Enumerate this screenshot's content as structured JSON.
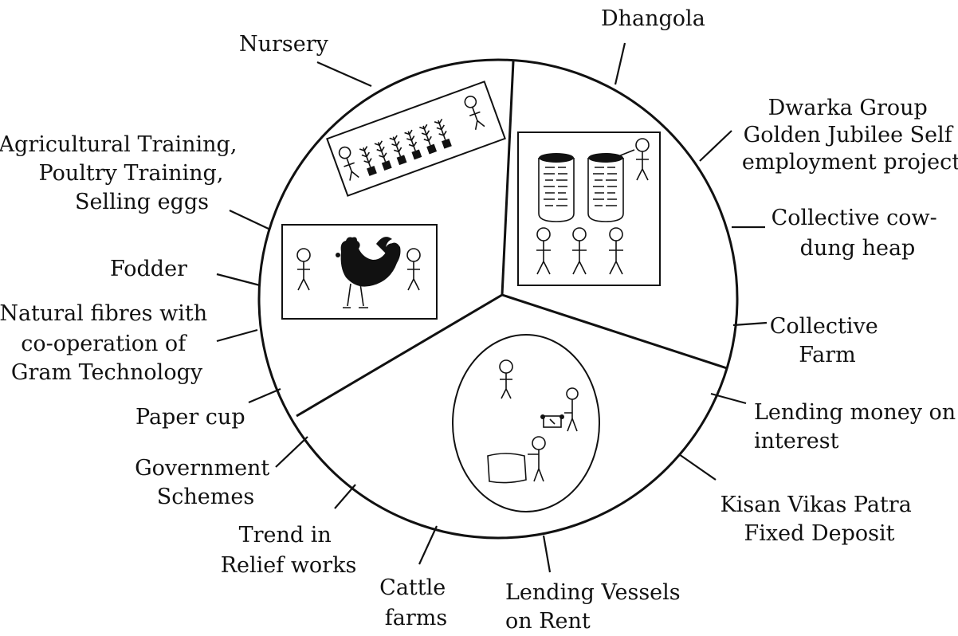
{
  "diagram": {
    "labels": {
      "nursery": "Nursery",
      "dhangola": "Dhangola",
      "dwarka_1": "Dwarka Group",
      "dwarka_2": "Golden Jubilee Self",
      "dwarka_3": "employment project",
      "agri_1": "Agricultural Training,",
      "agri_2": "Poultry Training,",
      "agri_3": "Selling eggs",
      "cowdung_1": "Collective cow-",
      "cowdung_2": "dung heap",
      "fodder": "Fodder",
      "fibres_1": "Natural fibres with",
      "fibres_2": "co-operation of",
      "fibres_3": "Gram Technology",
      "farm_1": "Collective",
      "farm_2": "Farm",
      "papercup": "Paper cup",
      "lending_money_1": "Lending money on",
      "lending_money_2": "interest",
      "govt_1": "Government",
      "govt_2": "Schemes",
      "kisan_1": "Kisan Vikas Patra",
      "kisan_2": "Fixed Deposit",
      "trend_1": "Trend in",
      "trend_2": "Relief works",
      "cattle_1": "Cattle",
      "cattle_2": "farms",
      "vessels_1": "Lending Vessels",
      "vessels_2": "on Rent"
    },
    "icons": [
      "plant-icon",
      "rooster-icon",
      "stick-figure-icon",
      "storage-bin-icon",
      "cart-icon",
      "sheet-icon"
    ],
    "colors": {
      "ink": "#111111",
      "paper": "#ffffff"
    }
  }
}
